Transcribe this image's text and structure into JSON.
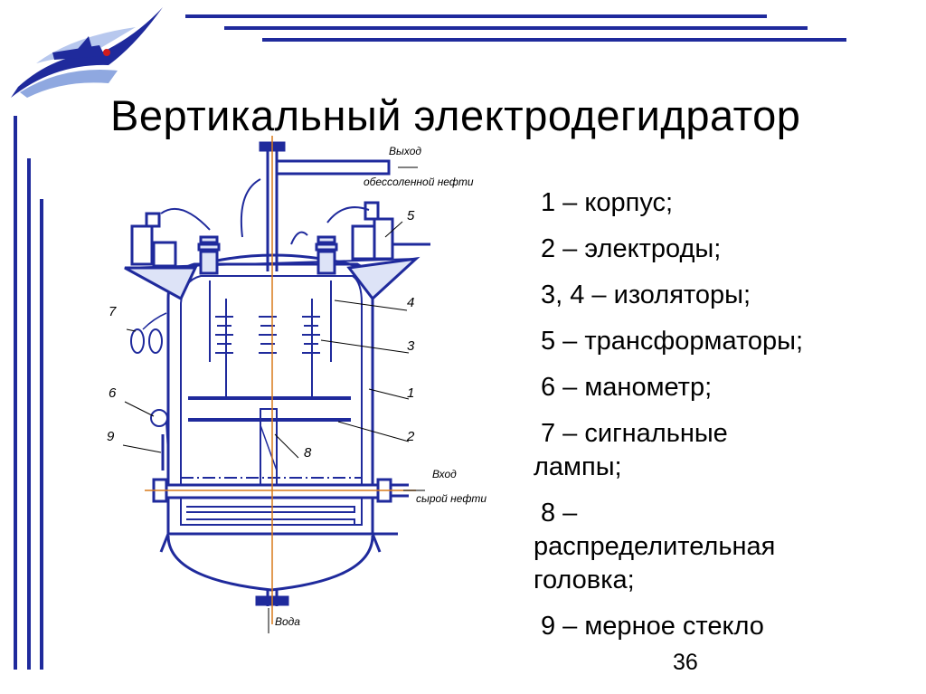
{
  "slide": {
    "title": "Вертикальный электродегидратор",
    "page_number": "36",
    "accent_color": "#1f2a9c"
  },
  "legend": [
    {
      "line1": "1 – корпус;"
    },
    {
      "line1": "2 – электроды;"
    },
    {
      "line1": "3, 4 – изоляторы;"
    },
    {
      "line1": "5 – трансформаторы;"
    },
    {
      "line1": "6 – манометр;"
    },
    {
      "line1": "7 – сигнальные",
      "line2": "лампы;"
    },
    {
      "line1": "8 –",
      "line2": "распределительная",
      "line3": "головка;"
    },
    {
      "line1": "9 – мерное стекло"
    }
  ],
  "diagram": {
    "outlet_label_1": "Выход",
    "outlet_label_2": "обессоленной нефти",
    "inlet_label_1": "Вход",
    "inlet_label_2": "сырой нефти",
    "water_label": "Вода",
    "callouts": [
      "1",
      "2",
      "3",
      "4",
      "5",
      "6",
      "7",
      "8",
      "9"
    ]
  }
}
